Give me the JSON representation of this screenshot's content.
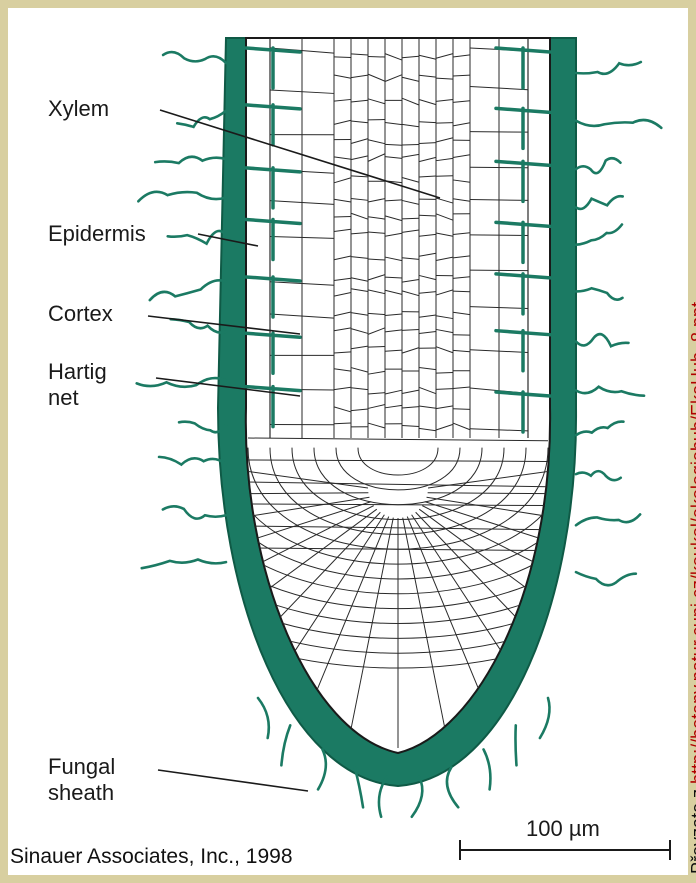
{
  "labels": {
    "xylem": "Xylem",
    "epidermis": "Epidermis",
    "cortex": "Cortex",
    "hartig_line1": "Hartig",
    "hartig_line2": "net",
    "fungal_line1": "Fungal",
    "fungal_line2": "sheath"
  },
  "scale_bar": {
    "label": "100 µm",
    "length_um": 100
  },
  "credit": "Sinauer Associates, Inc., 1998",
  "source": {
    "prefix": "Převzato z ",
    "url": "http://botany.natur.cuni.cz/koukol/ekologiehub/EkoHub_8.ppt"
  },
  "colors": {
    "sheath": "#1b7a63",
    "sheath_dark": "#0f5a46",
    "cell_wall": "#2a2a2a",
    "background": "#d8cfa0",
    "link": "#b10000"
  }
}
